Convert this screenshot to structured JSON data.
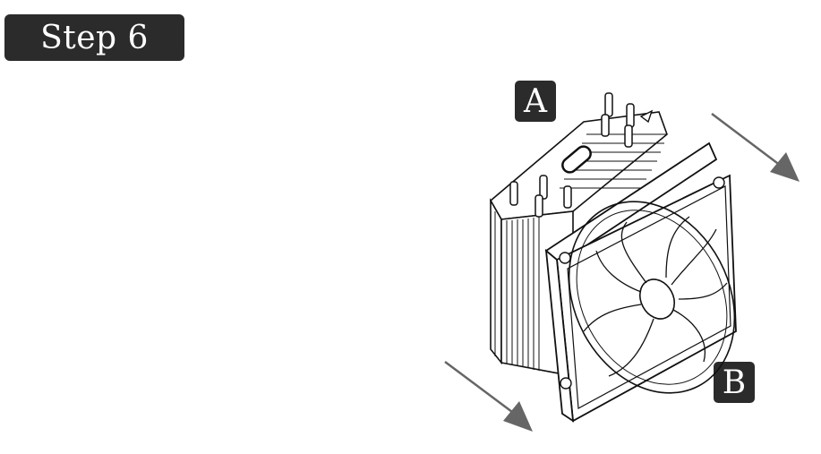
{
  "step": {
    "title": "Step 6"
  },
  "labels": {
    "a": "A",
    "b": "B"
  },
  "colors": {
    "badge_bg": "#2b2b2b",
    "arrow": "#666666",
    "line": "#111111"
  }
}
